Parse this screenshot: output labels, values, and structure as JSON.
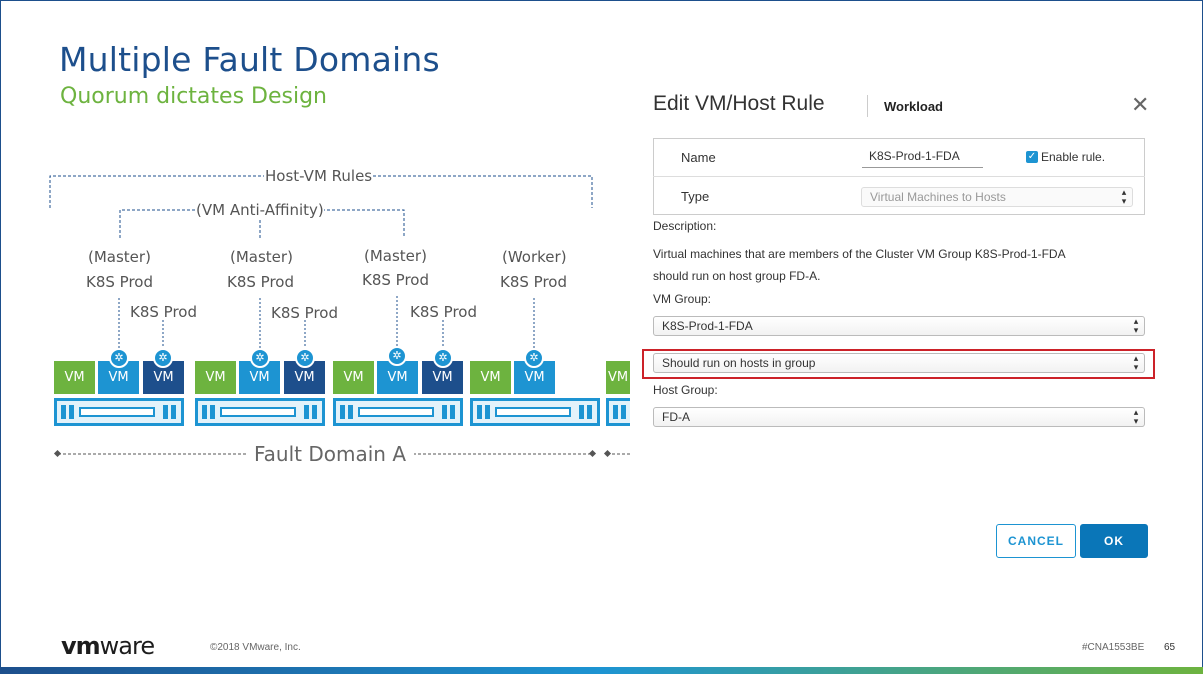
{
  "slide": {
    "title": "Multiple Fault Domains",
    "subtitle": "Quorum dictates Design",
    "colors": {
      "navy": "#1d4f8c",
      "blue": "#1d94d2",
      "green": "#6db33f",
      "highlight": "#cc2229"
    }
  },
  "diagram": {
    "host_vm_rules_label": "Host-VM Rules",
    "anti_affinity_label": "(VM Anti-Affinity)",
    "groups": [
      {
        "role": "(Master)",
        "prod1": "K8S Prod",
        "prod2": "K8S Prod",
        "vms": [
          "VM",
          "VM",
          "VM"
        ]
      },
      {
        "role": "(Master)",
        "prod1": "K8S Prod",
        "prod2": "K8S Prod",
        "vms": [
          "VM",
          "VM",
          "VM"
        ]
      },
      {
        "role": "(Master)",
        "prod1": "K8S Prod",
        "prod2": "K8S Prod",
        "vms": [
          "VM",
          "VM",
          "VM"
        ]
      },
      {
        "role": "(Worker)",
        "prod1": "K8S Prod",
        "vms": [
          "VM",
          "VM"
        ]
      }
    ],
    "extra_vm": "VM",
    "fault_domain_label": "Fault Domain A",
    "k8s_icon": "kubernetes-helm-icon"
  },
  "dialog": {
    "title": "Edit VM/Host Rule",
    "subtitle": "Workload",
    "close_icon": "close-icon",
    "name_label": "Name",
    "name_value": "K8S-Prod-1-FDA",
    "enable_rule_label": "Enable rule.",
    "enable_rule_checked": true,
    "type_label": "Type",
    "type_value": "Virtual Machines to Hosts",
    "description_label": "Description:",
    "description_line1": "Virtual machines that are members of the Cluster VM Group K8S-Prod-1-FDA",
    "description_line2": "should run on host group FD-A.",
    "vm_group_label": "VM Group:",
    "vm_group_value": "K8S-Prod-1-FDA",
    "rule_value": "Should run on hosts in group",
    "host_group_label": "Host Group:",
    "host_group_value": "FD-A",
    "cancel_label": "CANCEL",
    "ok_label": "OK"
  },
  "footer": {
    "logo_vm": "vm",
    "logo_ware": "ware",
    "copyright": "©2018 VMware, Inc.",
    "hashtag": "#CNA1553BE",
    "page": "65"
  }
}
